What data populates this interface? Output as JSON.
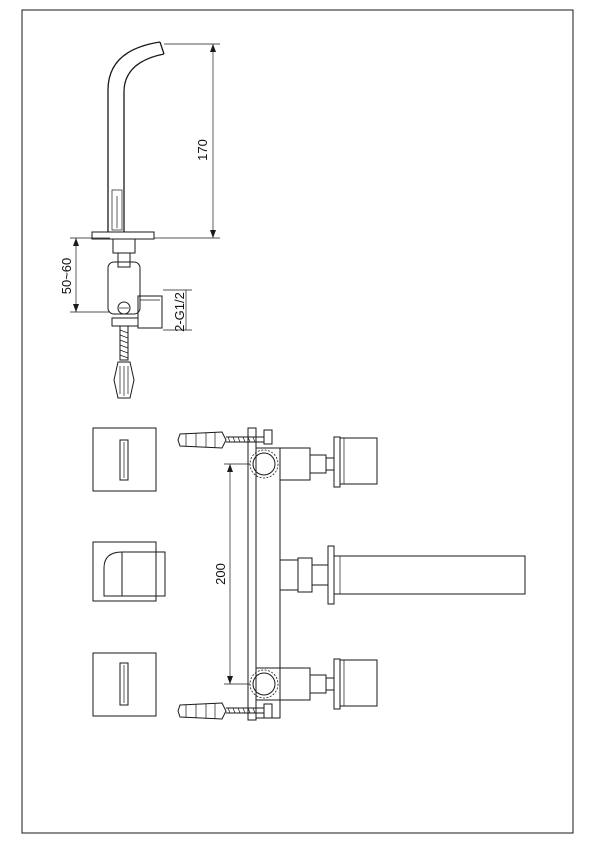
{
  "drawing": {
    "dimensions": {
      "spout_height": "170",
      "deck_thickness": "50~60",
      "thread": "2-G1/2",
      "handle_spacing": "200"
    }
  }
}
